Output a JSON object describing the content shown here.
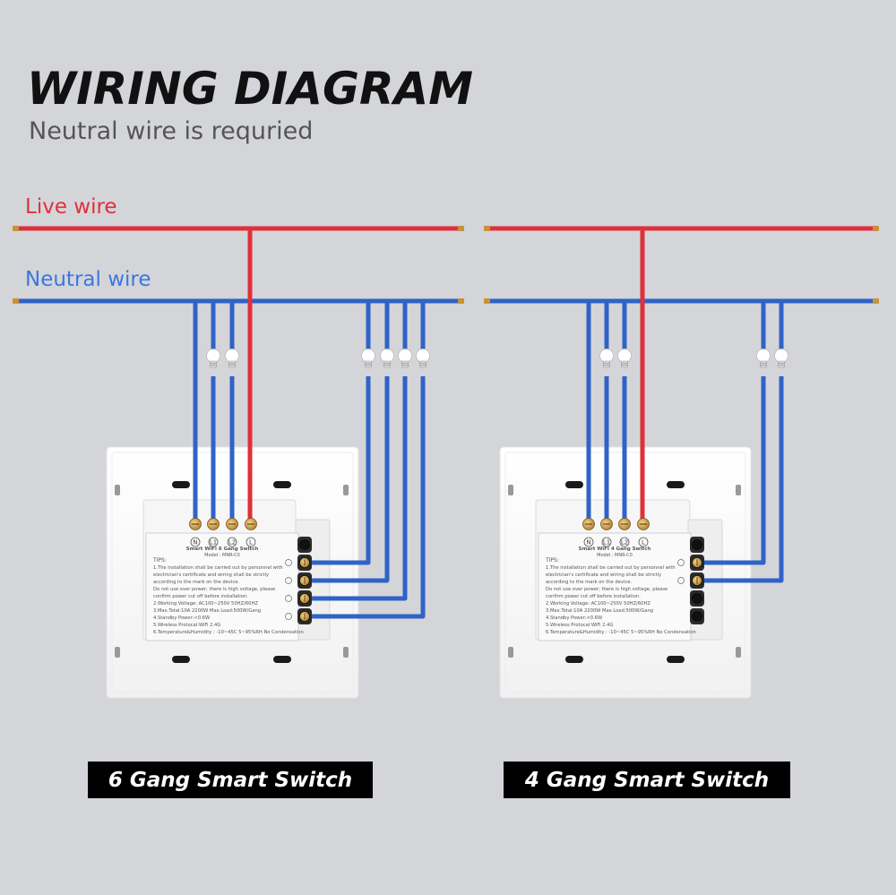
{
  "header": {
    "title": "WIRING DIAGRAM",
    "subtitle": "Neutral wire is requried"
  },
  "labels": {
    "live": "Live wire",
    "neutral": "Neutral wire"
  },
  "colors": {
    "live": "#e0303a",
    "neutral": "#2f63c8",
    "background": "#d4d5d9"
  },
  "switch_left": {
    "caption": "6 Gang Smart Switch",
    "terminals": [
      "N",
      "L1",
      "L2",
      "L"
    ],
    "tips_title": "Smart WiFi 6 Gang Switch",
    "model": "Model : MNR-C0"
  },
  "switch_right": {
    "caption": "4 Gang Smart Switch",
    "terminals": [
      "N",
      "L1",
      "L2",
      "L"
    ],
    "tips_title": "Smart WiFi 4 Gang Switch",
    "model": "Model : MNR-C0"
  },
  "tips_lines": [
    "TIPS:",
    "1.The installation shall be carried out by personnel with",
    "electrician's certificate and wiring shall be strictly",
    "according to the mark on the device.",
    "Do not use over power; there is high voltage, please",
    "confirm power cut off before installation.",
    "2.Working Voltage: AC100~250V   50HZ/60HZ",
    "3.Max.Total:10A  2200W   Max.Load:500W/Gang",
    "4.Standby Power:<0.6W",
    "5.Wireless Protocal:WiFi 2.4G",
    "6.Temperature&Humidity : -10~45C 5~95%RH No Condensation"
  ]
}
